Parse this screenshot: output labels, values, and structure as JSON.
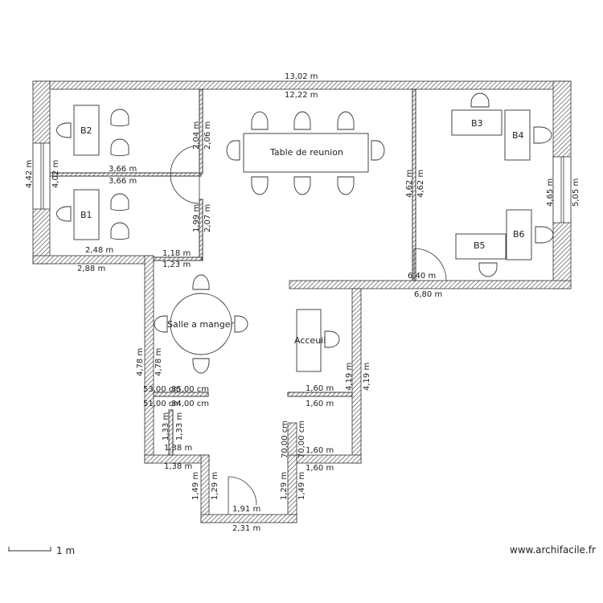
{
  "rooms": {
    "meeting_table": "Table de reunion",
    "dining": "Salle a manger",
    "reception": "Acceuil"
  },
  "desks": [
    "B1",
    "B2",
    "B3",
    "B4",
    "B5",
    "B6"
  ],
  "dimensions": {
    "top_outer": "13,02 m",
    "top_inner": "12,22 m",
    "left_outer": "4,42 m",
    "left_inner": "4,02 m",
    "b_partition_a": "3,66 m",
    "b_partition_b": "3,66 m",
    "upper_v_a": "2,04 m",
    "upper_v_b": "2,06 m",
    "lower_v_a": "1,99 m",
    "lower_v_b": "2,07 m",
    "b1_inner": "2,48 m",
    "b1_outer": "2,88 m",
    "step_a": "1,18 m",
    "step_b": "1,23 m",
    "right_part_a": "4,62 m",
    "right_part_b": "4,62 m",
    "right_inner": "4,65 m",
    "right_outer": "5,05 m",
    "right_bot_inner": "6,40 m",
    "right_bot_outer": "6,80 m",
    "dining_v_a": "4,78 m",
    "dining_v_b": "4,78 m",
    "acc_v_a": "4,19 m",
    "acc_v_b": "4,19 m",
    "part_l_a": "53,00 cm",
    "part_l_b": "85,00 cm",
    "part_l_c": "51,00 cm",
    "part_l_d": "84,00 cm",
    "part_r_a": "1,60 m",
    "part_r_b": "1,60 m",
    "lv_a": "1,33 m",
    "lv_b": "1,33 m",
    "lbot_a": "1,38 m",
    "lbot_b": "1,38 m",
    "rv_a": "70,00 cm",
    "rv_b": "70,00 cm",
    "rbot_a": "1,60 m",
    "rbot_b": "1,60 m",
    "ent_l_a": "1,49 m",
    "ent_l_b": "1,29 m",
    "ent_r_a": "1,29 m",
    "ent_r_b": "1,49 m",
    "ent_inner": "1,91 m",
    "ent_outer": "2,31 m"
  },
  "scale_label": "1 m",
  "watermark": "www.archifacile.fr"
}
